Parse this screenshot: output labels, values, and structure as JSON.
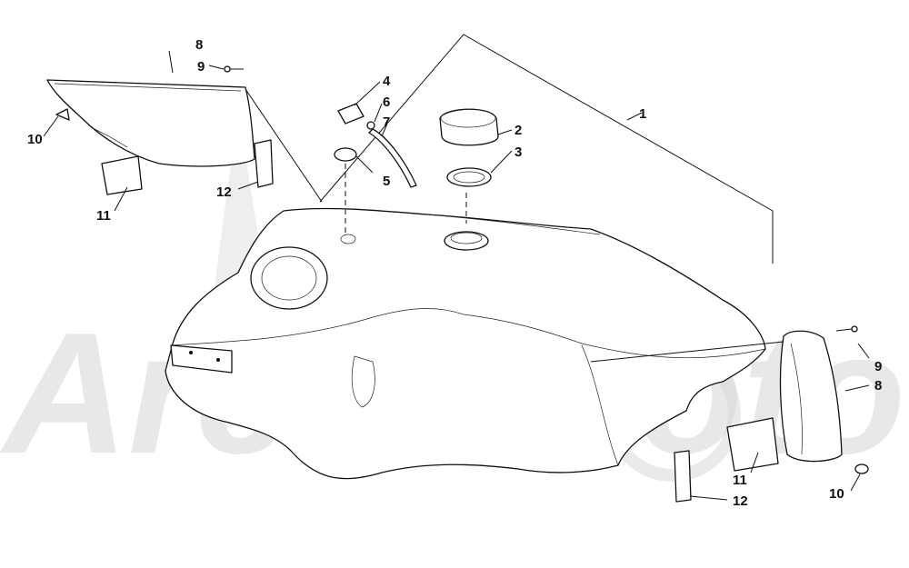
{
  "watermark": {
    "text": "ArcticMoto",
    "color": "#d6d6d6"
  },
  "colors": {
    "ink": "#111111",
    "paper": "#ffffff"
  },
  "callouts": {
    "c1": "1",
    "c2": "2",
    "c3": "3",
    "c4": "4",
    "c5": "5",
    "c6": "6",
    "c7": "7",
    "c8_left": "8",
    "c8_right": "8",
    "c9_left": "9",
    "c9_right": "9",
    "c10_left": "10",
    "c10_right": "10",
    "c11_left": "11",
    "c11_right": "11",
    "c12_left": "12",
    "c12_right": "12"
  }
}
